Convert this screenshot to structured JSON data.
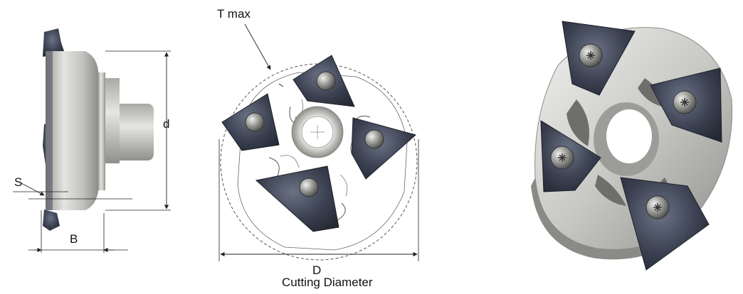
{
  "labels": {
    "t_max": "T max",
    "d": "d",
    "s": "S",
    "b": "B",
    "D": "D",
    "cutting_diameter": "Cutting Diameter"
  },
  "colors": {
    "steel_light": "#e2e3e0",
    "steel_mid": "#b8b9b4",
    "steel_dark": "#7c7d78",
    "insert_dark": "#2f3442",
    "insert_mid": "#4a5162",
    "insert_light": "#7a8294",
    "dim_line": "#222222"
  },
  "icons": {
    "screw": "torx-screw-icon"
  }
}
